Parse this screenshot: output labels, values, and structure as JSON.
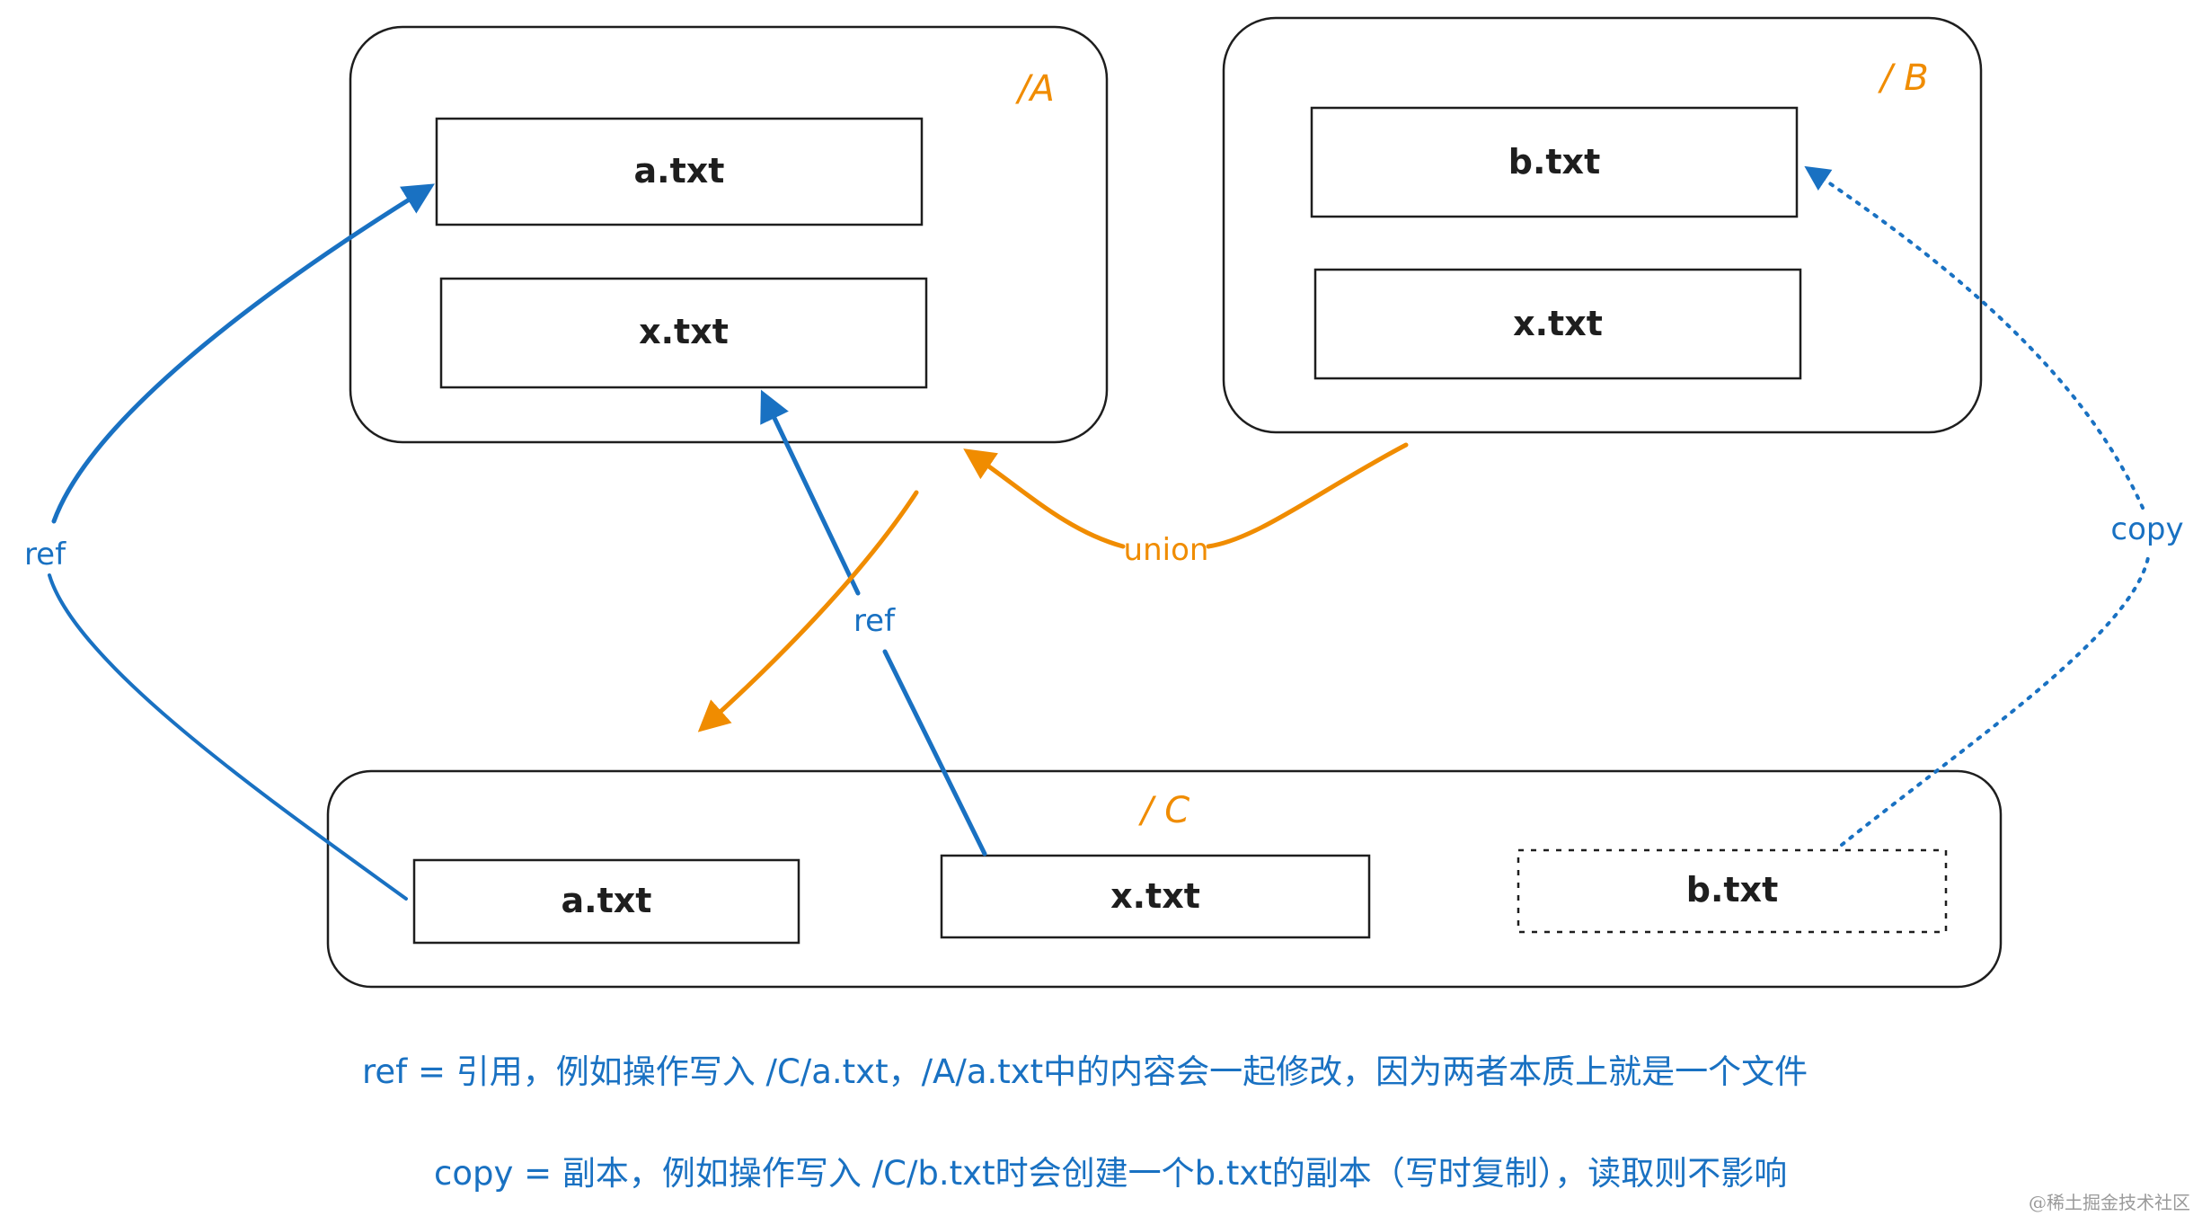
{
  "colors": {
    "stroke": "#1e1e1e",
    "ref": "#1971c2",
    "union": "#f08c00",
    "copy": "#1971c2",
    "text": "#1e1e1e"
  },
  "dirs": {
    "a": {
      "label": "/A",
      "files": [
        "a.txt",
        "x.txt"
      ]
    },
    "b": {
      "label": "/ B",
      "files": [
        "b.txt",
        "x.txt"
      ]
    },
    "c": {
      "label": "/ C",
      "files": [
        "a.txt",
        "x.txt",
        "b.txt"
      ]
    }
  },
  "edges": {
    "ref_left": "ref",
    "ref_mid": "ref",
    "union": "union",
    "copy": "copy"
  },
  "notes": {
    "ref": "ref = 引用，例如操作写入 /C/a.txt，/A/a.txt中的内容会一起修改，因为两者本质上就是一个文件",
    "copy": "copy = 副本，例如操作写入 /C/b.txt时会创建一个b.txt的副本（写时复制），读取则不影响"
  },
  "watermark": "@稀土掘金技术社区"
}
